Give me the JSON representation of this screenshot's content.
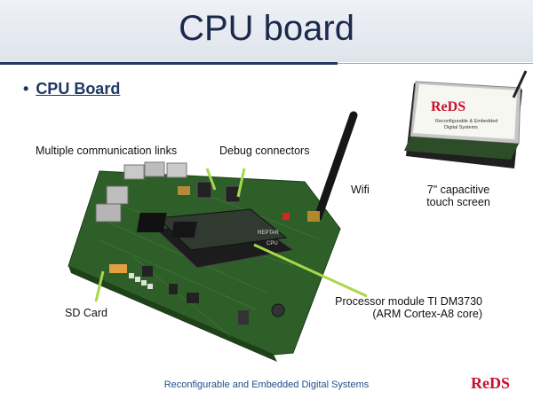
{
  "slide": {
    "title": "CPU board",
    "bullet": "CPU Board"
  },
  "labels": {
    "comm_links": "Multiple communication links",
    "debug": "Debug connectors",
    "wifi": "Wifi",
    "screen": "7\" capacitive\ntouch screen",
    "screen_line1": "7\" capacitive",
    "screen_line2": "touch screen",
    "processor_line1": "Processor module TI DM3730",
    "processor_line2": "(ARM Cortex-A8 core)",
    "sd_card": "SD Card"
  },
  "screen_display": {
    "logo": "ReDS",
    "line1": "Reconfigurable & Embedded",
    "line2": "Digital Systems"
  },
  "footer": {
    "text": "Reconfigurable and Embedded Digital Systems",
    "logo": "ReDS"
  },
  "colors": {
    "title": "#1b2a4a",
    "accent": "#1f3864",
    "pointer": "#a8d84a",
    "board": "#2f5e2a",
    "logo_red": "#c8102e"
  }
}
